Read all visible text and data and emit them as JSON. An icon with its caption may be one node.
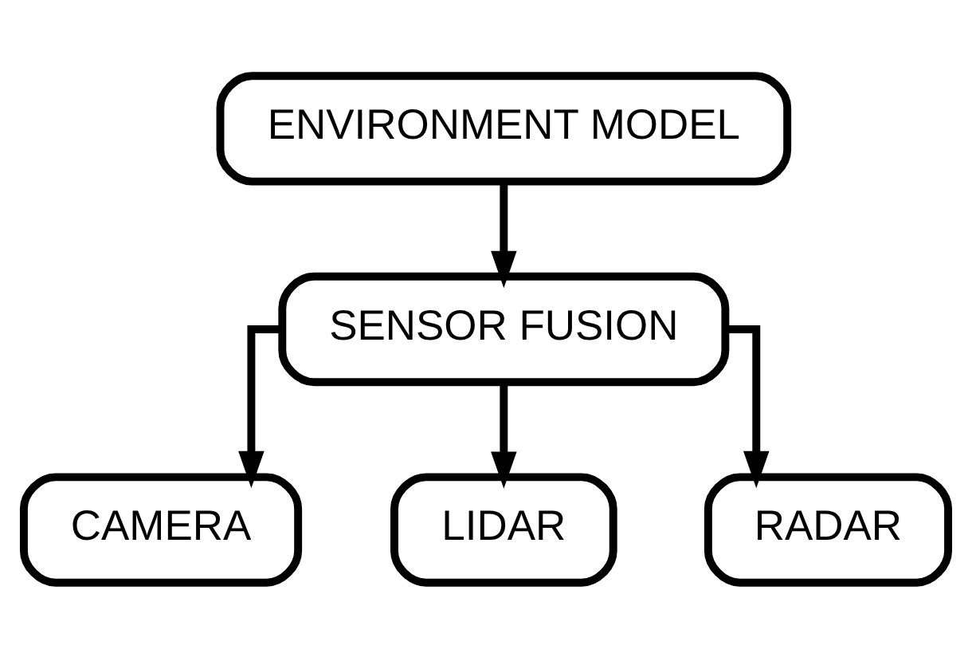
{
  "diagram": {
    "nodes": [
      {
        "text": [
          "ENVIRONMENT MODEL"
        ]
      },
      {
        "text": [
          "SENSOR FUSION"
        ]
      },
      {
        "text": [
          "CAMERA"
        ]
      },
      {
        "text": [
          "LIDAR"
        ]
      },
      {
        "text": [
          "RADAR"
        ]
      }
    ],
    "edges": [
      {
        "from": 0,
        "to": 1,
        "arrow": "to"
      },
      {
        "from": 1,
        "to": 2,
        "arrow": "to"
      },
      {
        "from": 1,
        "to": 3,
        "arrow": "to"
      },
      {
        "from": 1,
        "to": 4,
        "arrow": "to"
      }
    ]
  }
}
